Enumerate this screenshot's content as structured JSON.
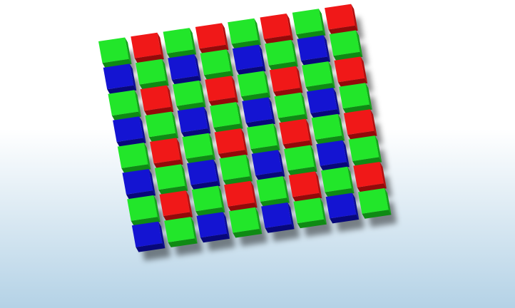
{
  "grid_rows": [
    [
      "G",
      "R",
      "G",
      "R",
      "G",
      "R",
      "G",
      "R"
    ],
    [
      "B",
      "G",
      "B",
      "G",
      "B",
      "G",
      "B",
      "G"
    ],
    [
      "G",
      "R",
      "G",
      "R",
      "G",
      "R",
      "G",
      "R"
    ],
    [
      "B",
      "G",
      "B",
      "G",
      "B",
      "G",
      "B",
      "G"
    ],
    [
      "G",
      "R",
      "G",
      "R",
      "G",
      "R",
      "G",
      "R"
    ],
    [
      "B",
      "G",
      "B",
      "G",
      "B",
      "G",
      "B",
      "G"
    ],
    [
      "G",
      "R",
      "G",
      "R",
      "G",
      "R",
      "G",
      "R"
    ],
    [
      "B",
      "G",
      "B",
      "G",
      "B",
      "G",
      "B",
      "G"
    ]
  ],
  "colors": {
    "G": {
      "top": "#22e62a",
      "side": "#14a31a",
      "front": "#0f8a14"
    },
    "R": {
      "top": "#f01818",
      "side": "#b30f0f",
      "front": "#930a0a"
    },
    "B": {
      "top": "#1414d2",
      "side": "#0c0c95",
      "front": "#08087a"
    },
    "background_top": "#ffffff",
    "background_bottom": "#b4d2e6"
  }
}
